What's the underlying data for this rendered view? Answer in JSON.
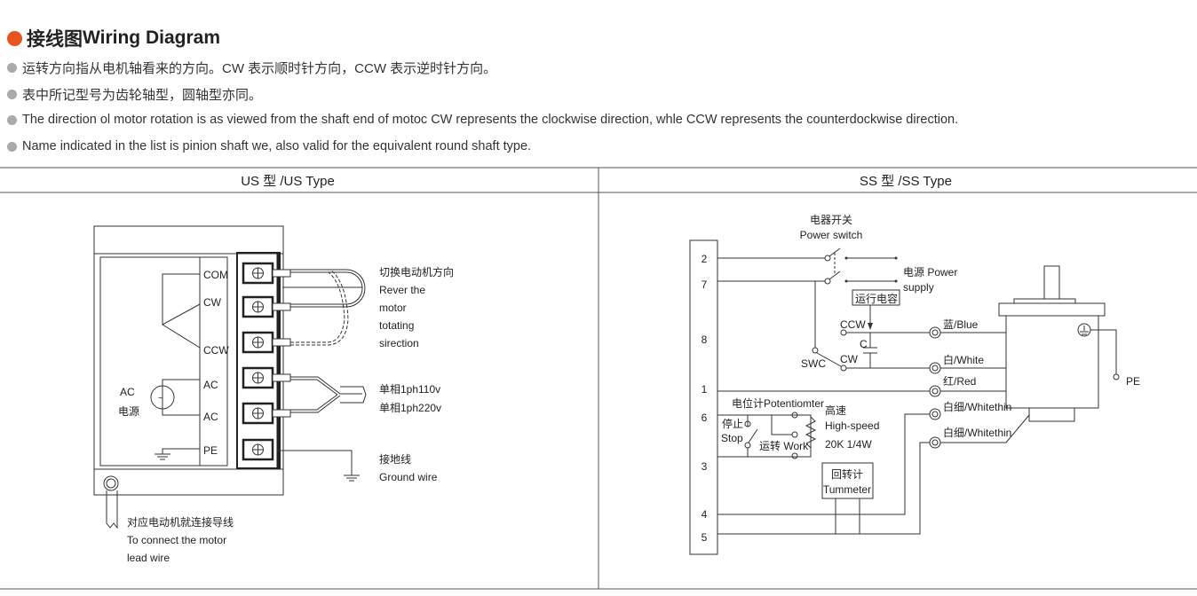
{
  "title": {
    "cn": "接线图",
    "en": "Wiring Diagram"
  },
  "notes": [
    "运转方向指从电机轴看来的方向。CW 表示顺时针方向，CCW 表示逆时针方向。",
    "表中所记型号为齿轮轴型，圆轴型亦同。",
    "The direction ol motor rotation is as viewed from the shaft end of motoc CW represents the clockwise direction, whle CCW represents the counterdockwise direction.",
    "Name indicated in the list is pinion shaft we, also valid for the equivalent round shaft type."
  ],
  "us": {
    "header": "US 型 /US Type",
    "terminals": [
      "COM",
      "CW",
      "CCW",
      "AC",
      "AC",
      "PE"
    ],
    "ac_label": "AC",
    "ac_cn": "电源",
    "reverse": [
      "切换电动机方向",
      "Rever the",
      "motor",
      "totating",
      "sirection"
    ],
    "power": [
      "单相1ph110v",
      "单相1ph220v"
    ],
    "ground": [
      "接地线",
      "Ground wire"
    ],
    "lead": [
      "对应电动机就连接导线",
      "To connect the motor",
      "lead wire"
    ]
  },
  "ss": {
    "header": "SS 型 /SS Type",
    "pins": [
      "2",
      "7",
      "8",
      "1",
      "6",
      "3",
      "4",
      "5"
    ],
    "power_switch": [
      "电器开关",
      "Power switch"
    ],
    "power_supply": [
      "电源 Power",
      "supply"
    ],
    "capacitor": "运行电容",
    "ccw": "CCW",
    "cw": "CW",
    "c": "C",
    "swc": "SWC",
    "wires": [
      "蓝/Blue",
      "白/White",
      "红/Red",
      "白细/Whitethin",
      "白细/Whitethin"
    ],
    "pe": "PE",
    "pot": "电位计Potentiomter",
    "stop": [
      "停止",
      "Stop"
    ],
    "work": "运转 Work",
    "speed": [
      "高速",
      "High-speed",
      "20K 1/4W"
    ],
    "tach": [
      "回转计",
      "Tummeter"
    ]
  }
}
